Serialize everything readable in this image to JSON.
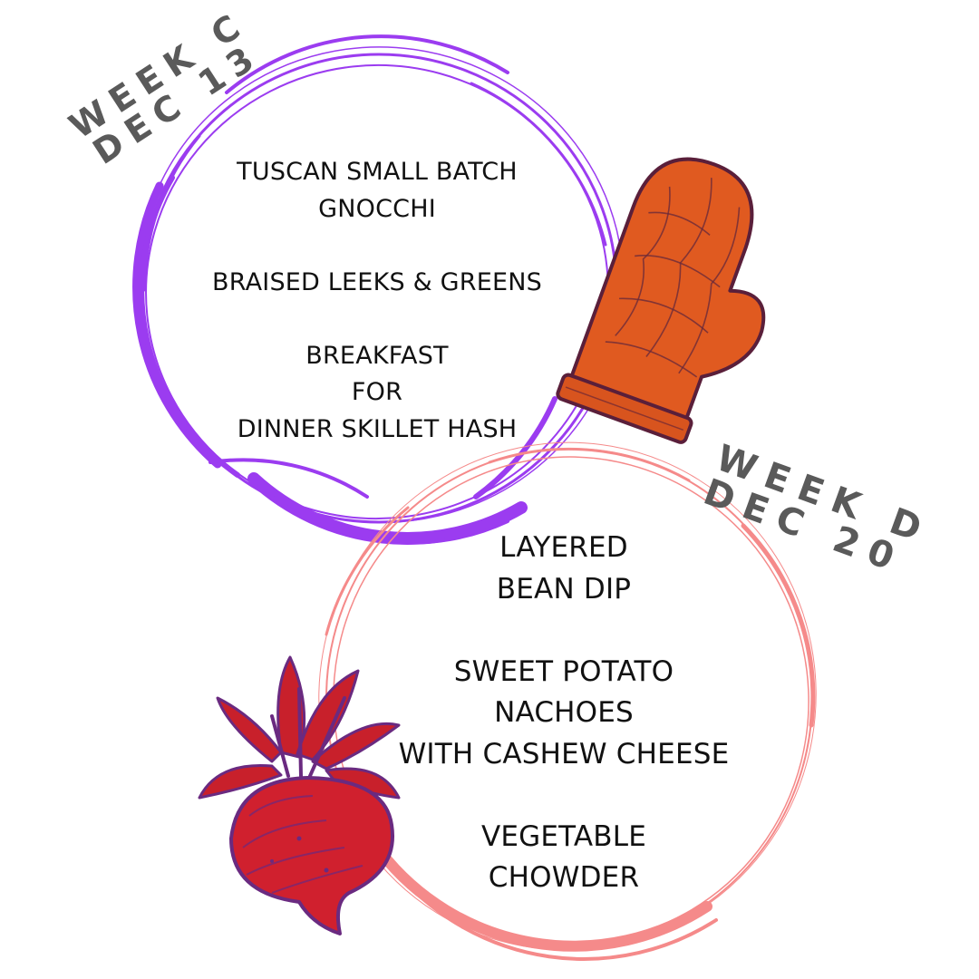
{
  "week_c": {
    "week": "WEEK C",
    "date": "DEC 13",
    "accent_color": "#9b3cf0",
    "illustration": "oven-mitt-icon",
    "items": [
      "TUSCAN SMALL BATCH\nGNOCCHI",
      "BRAISED LEEKS & GREENS",
      "BREAKFAST\nFOR\nDINNER SKILLET HASH"
    ]
  },
  "week_d": {
    "week": "WEEK D",
    "date": "DEC 20",
    "accent_color": "#f58a8a",
    "illustration": "beet-icon",
    "items": [
      "LAYERED\nBEAN DIP",
      "SWEET POTATO\nNACHOES\nWITH CASHEW CHEESE",
      "VEGETABLE\nCHOWDER"
    ]
  }
}
